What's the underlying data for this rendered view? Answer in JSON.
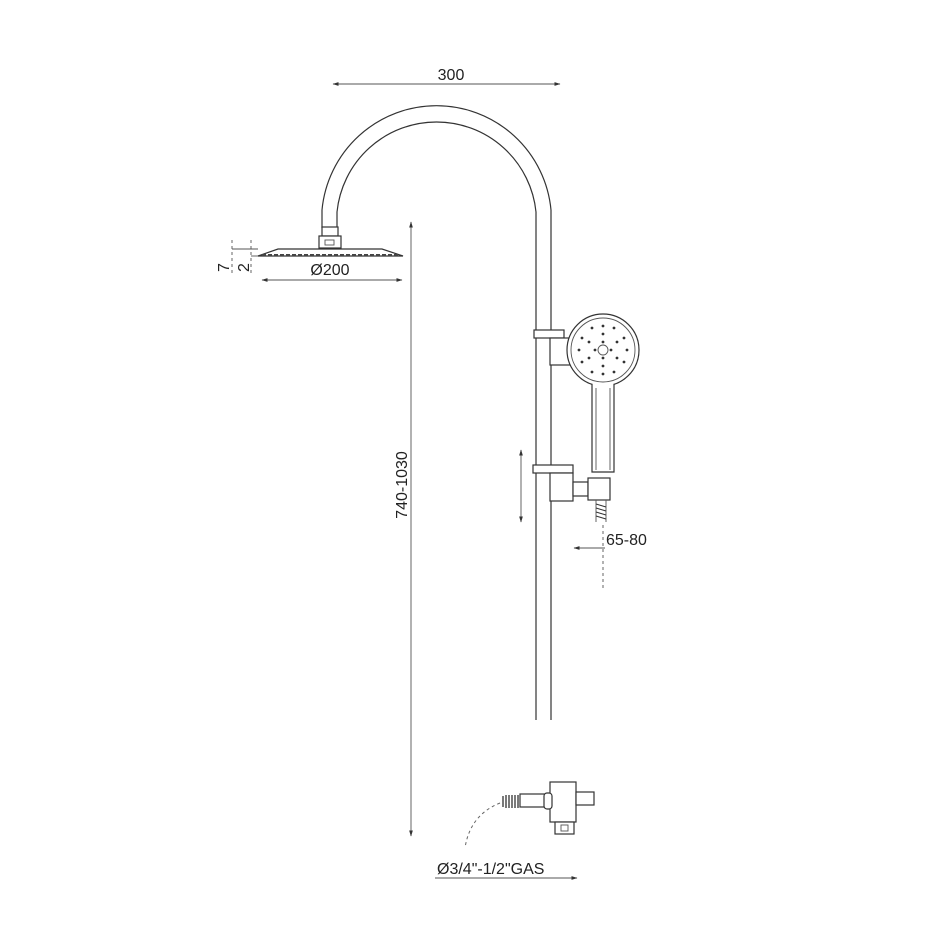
{
  "drawing": {
    "subject": "Shower column with overhead rain shower and hand shower",
    "colors": {
      "line": "#333333",
      "background": "#ffffff"
    }
  },
  "dimensions": {
    "arm_reach": "300",
    "head_diameter": "Ø200",
    "head_thickness_outer": "7",
    "head_thickness_inner": "2",
    "height_range": "740-1030",
    "hand_shower_offset": "65-80",
    "inlet_connection": "Ø3/4\"-1/2\"GAS"
  }
}
